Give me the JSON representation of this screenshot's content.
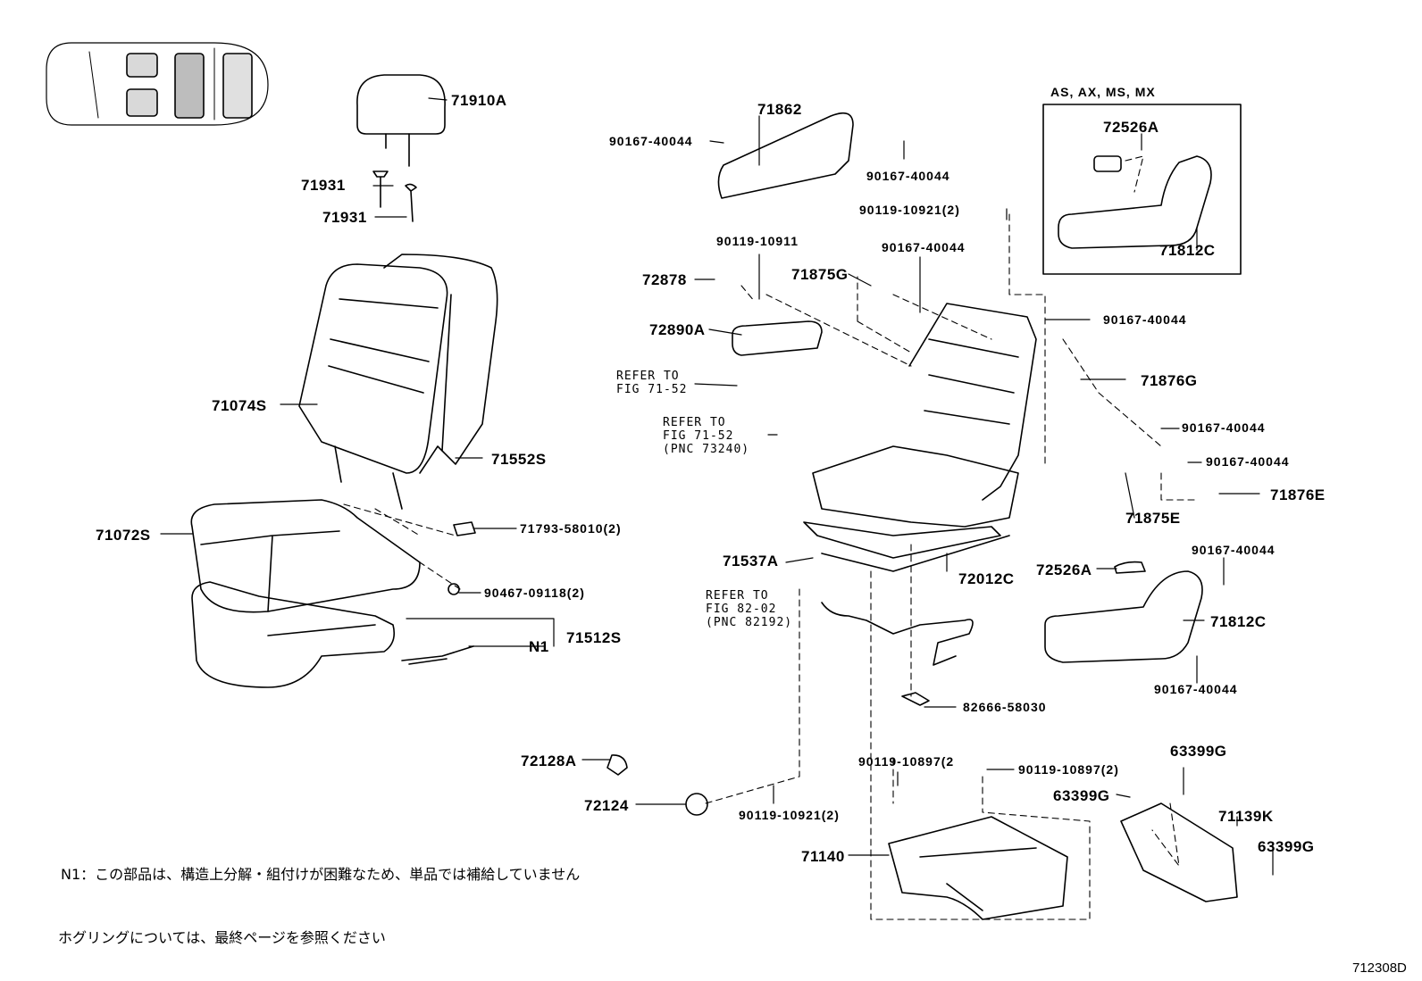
{
  "diagram": {
    "image_id": "712308D",
    "variant_box_title": "AS, AX, MS, MX",
    "notes": {
      "n1": "N1：この部品は、構造上分解・組付けが困難なため、単品では補給していません",
      "hog_ring": "ホグリングについては、最終ページを参照ください"
    },
    "parts": {
      "p71910A": "71910A",
      "p71931a": "71931",
      "p71931b": "71931",
      "p71074S": "71074S",
      "p71552S": "71552S",
      "p71072S": "71072S",
      "p71793": "71793-58010(2)",
      "p90467": "90467-09118(2)",
      "p71512S": "71512S",
      "pN1": "N1",
      "p71862": "71862",
      "p90167a": "90167-40044",
      "p90167b": "90167-40044",
      "p90119_10921a": "90119-10921(2)",
      "p90119_10911": "90119-10911",
      "p72878": "72878",
      "p71875G": "71875G",
      "p90167c": "90167-40044",
      "p72890A": "72890A",
      "p90167d": "90167-40044",
      "p71876G": "71876G",
      "p90167e": "90167-40044",
      "p90167f": "90167-40044",
      "p71876E": "71876E",
      "p71875E": "71875E",
      "p72526A_top": "72526A",
      "p71812C_top": "71812C",
      "p71537A": "71537A",
      "p72012C": "72012C",
      "p72526A": "72526A",
      "p90167g": "90167-40044",
      "p71812C": "71812C",
      "p90167h": "90167-40044",
      "p82666": "82666-58030",
      "p72128A": "72128A",
      "p72124": "72124",
      "p90119_10921b": "90119-10921(2)",
      "p90119_10897a": "90119-10897(2",
      "p90119_10897b": "90119-10897(2)",
      "p63399Ga": "63399G",
      "p63399Gb": "63399G",
      "p71139K": "71139K",
      "p63399Gc": "63399G",
      "p71140": "71140"
    },
    "refs": {
      "r1_line1": "REFER TO",
      "r1_line2": "FIG 71-52",
      "r2_line1": "REFER TO",
      "r2_line2": "FIG 71-52",
      "r2_line3": "(PNC 73240)",
      "r3_line1": "REFER TO",
      "r3_line2": "FIG 82-02",
      "r3_line3": "(PNC 82192)"
    }
  }
}
